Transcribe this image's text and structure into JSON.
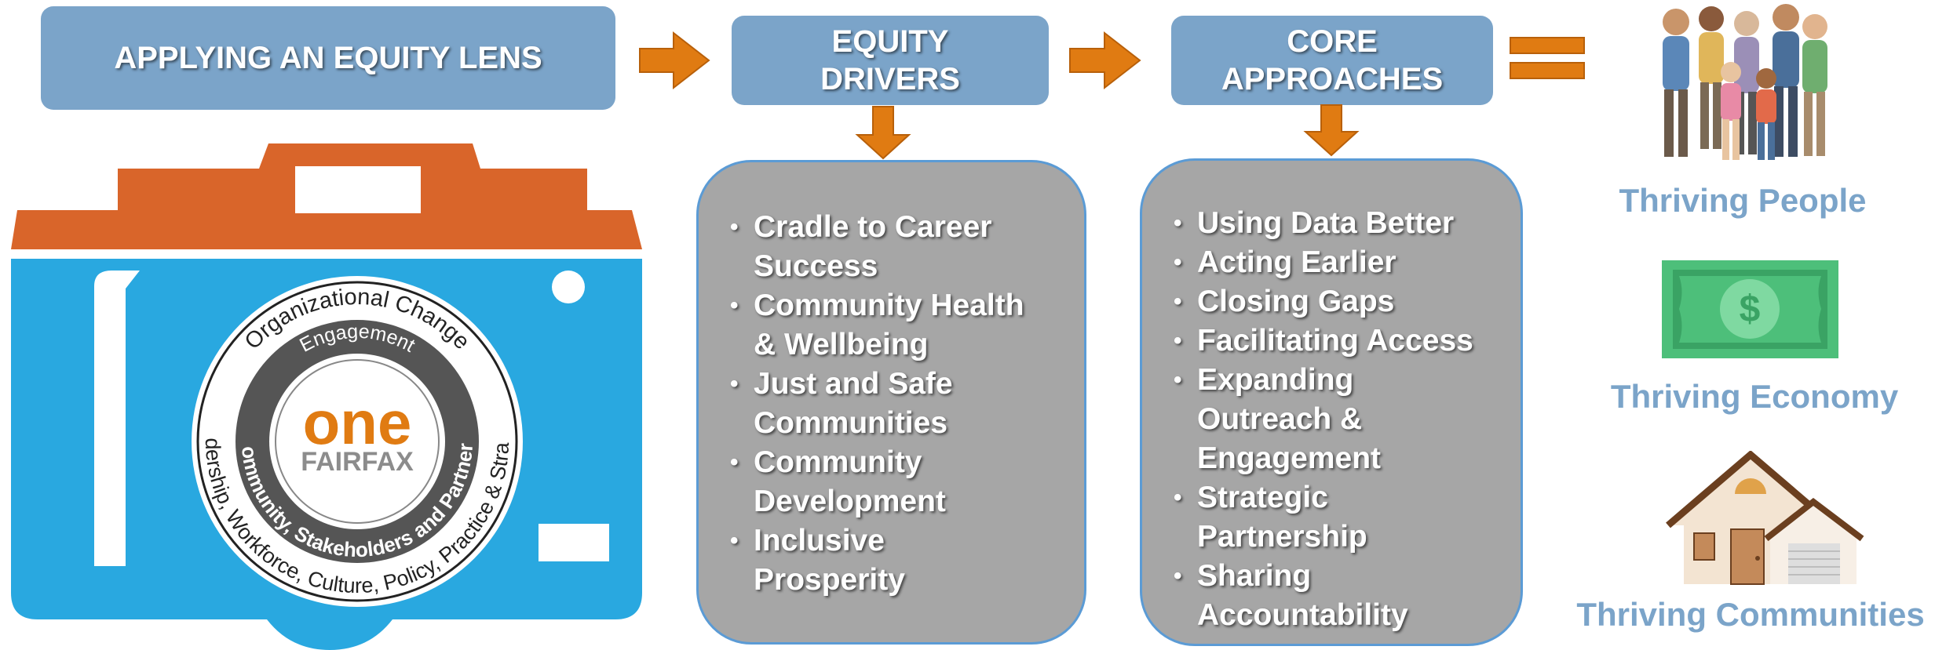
{
  "header": {
    "lens_title": "APPLYING AN EQUITY LENS",
    "drivers_title_line1": "EQUITY",
    "drivers_title_line2": "DRIVERS",
    "approaches_title_line1": "CORE",
    "approaches_title_line2": "APPROACHES"
  },
  "drivers": [
    {
      "line1": "Cradle to Career",
      "line2": "Success"
    },
    {
      "line1": "Community Health",
      "line2": "& Wellbeing"
    },
    {
      "line1": "Just and Safe",
      "line2": "Communities"
    },
    {
      "line1": "Community",
      "line2": "Development"
    },
    {
      "line1": "Inclusive",
      "line2": "Prosperity"
    }
  ],
  "approaches": [
    {
      "line1": "Using Data Better",
      "line2": ""
    },
    {
      "line1": "Acting Earlier",
      "line2": ""
    },
    {
      "line1": "Closing Gaps",
      "line2": ""
    },
    {
      "line1": "Facilitating Access",
      "line2": ""
    },
    {
      "line1": "Expanding",
      "line2": "Outreach &",
      "line3": "Engagement"
    },
    {
      "line1": "Strategic",
      "line2": "Partnership"
    },
    {
      "line1": "Sharing",
      "line2": "Accountability"
    }
  ],
  "outcomes": {
    "people": "Thriving People",
    "economy": "Thriving Economy",
    "communities": "Thriving Communities"
  },
  "camera_badge": {
    "outer_ring_top": "Organizational Change",
    "outer_ring_bottom": "Leadership, Workforce, Culture, Policy, Practice & Strategy",
    "inner_ring_top": "Engagement",
    "inner_ring_bottom": "Community, Stakeholders and Partners",
    "logo_one": "one",
    "logo_fairfax": "FAIRFAX"
  },
  "money_symbol": "$",
  "colors": {
    "header_blue": "#7ba4c9",
    "arrow_orange": "#e07b12",
    "camera_blue": "#29a8e0",
    "camera_top_orange": "#d9652a",
    "list_gray": "#a6a6a6",
    "list_border": "#5b9bd5",
    "money_green": "#4dbf7a"
  }
}
